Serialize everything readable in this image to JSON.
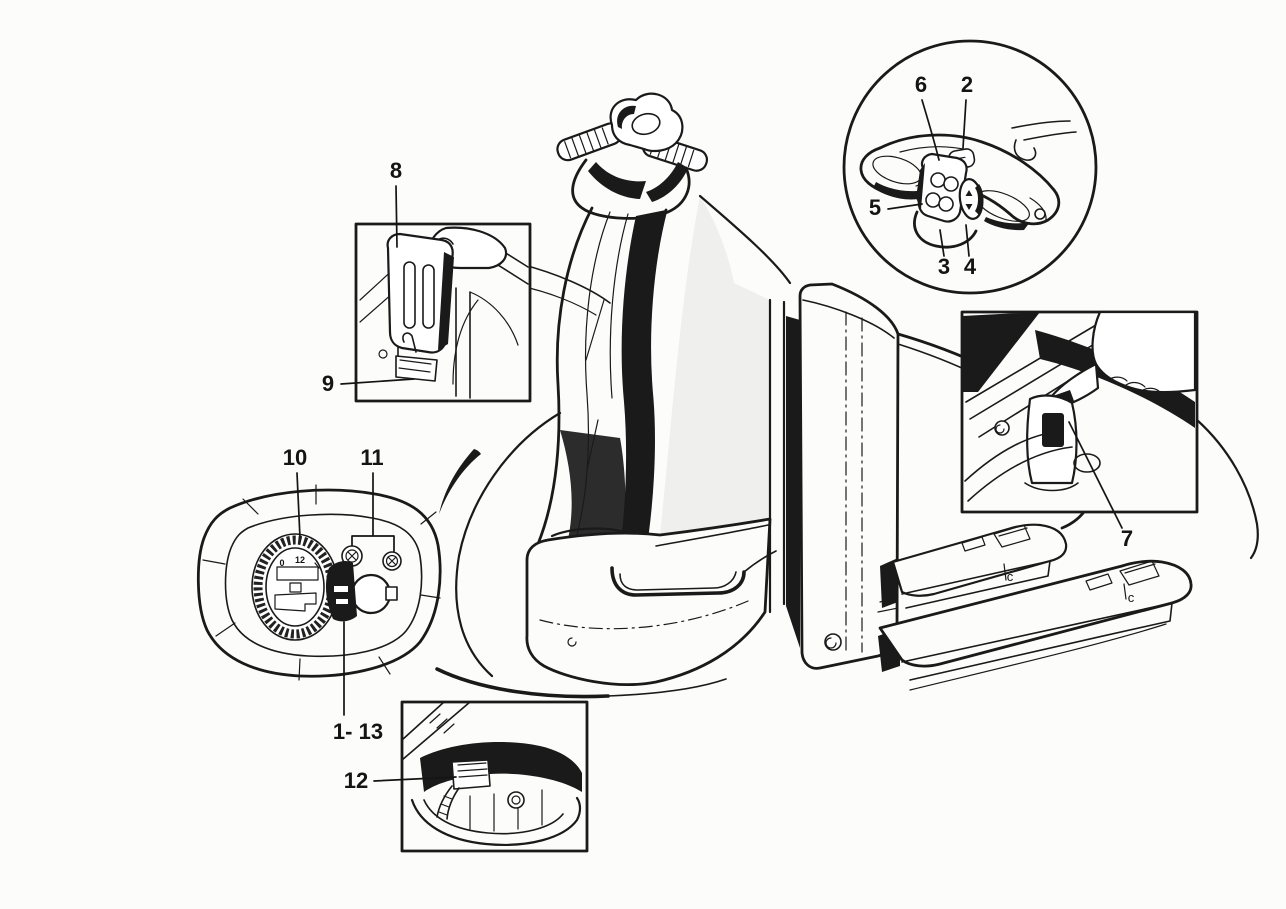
{
  "figure": {
    "kind": "technical-illustration",
    "subject": "pedestrian-pallet-truck-controls-overview",
    "paper_color": "#fcfcfa",
    "ink_color": "#1a1a1a"
  },
  "callouts": {
    "n2": "2",
    "n3": "3",
    "n4": "4",
    "n5": "5",
    "n6": "6",
    "n7": "7",
    "n8": "8",
    "n9": "9",
    "n10": "10",
    "n11": "11",
    "n12": "12",
    "n1_13": "1- 13"
  },
  "inline_marks": {
    "gauge_zero": "0",
    "gauge_twelve": "12",
    "fork_mark_upper": "c",
    "fork_mark_lower": "c"
  },
  "insets": {
    "tiller_head_circle": {
      "shape": "circle",
      "callout_keys": [
        "n6",
        "n2",
        "n5",
        "n3",
        "n4"
      ]
    },
    "mast_grip_box": {
      "shape": "rect",
      "callout_keys": [
        "n8",
        "n9"
      ]
    },
    "control_panel_blob": {
      "shape": "rounded-panel",
      "callout_keys": [
        "n10",
        "n11",
        "n1_13"
      ]
    },
    "battery_connector_box": {
      "shape": "rect",
      "callout_keys": [
        "n12"
      ]
    },
    "cover_release_box": {
      "shape": "rect",
      "callout_keys": [
        "n7"
      ]
    }
  }
}
